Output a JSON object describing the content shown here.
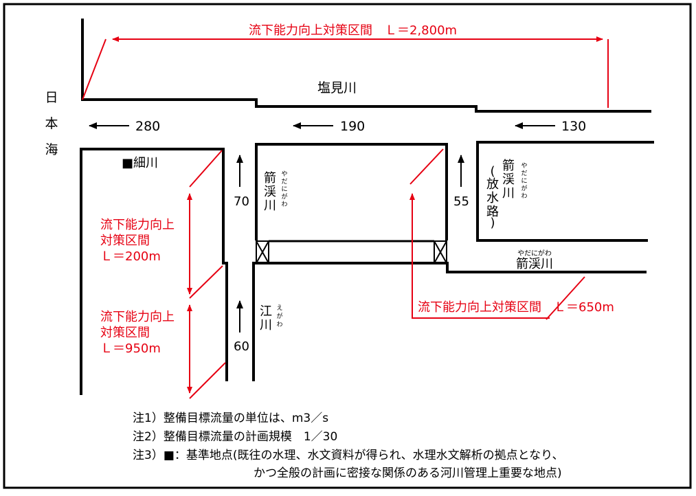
{
  "colors": {
    "river_line": "#000000",
    "section": "#e60012"
  },
  "sea": {
    "label": [
      "日",
      "本",
      "海"
    ]
  },
  "shiomi": {
    "name": "塩見川",
    "flows": [
      "280",
      "190",
      "130"
    ],
    "section_label": "流下能力向上対策区間　Ｌ＝2,800m"
  },
  "hosokawa": {
    "marker": "■細川"
  },
  "yadani_north": {
    "name": [
      "箭",
      "渓",
      "川"
    ],
    "furigana": [
      "や",
      "だ",
      "に",
      "が",
      "わ"
    ],
    "flow": "70"
  },
  "yadani_floodway": {
    "name": [
      "箭",
      "渓",
      "川"
    ],
    "furigana": [
      "や",
      "だ",
      "に",
      "が",
      "わ"
    ],
    "paren_name": [
      "(",
      "放",
      "水",
      "路",
      ")"
    ],
    "flow": "55"
  },
  "yadani_lower": {
    "name": "箭渓川",
    "furigana": "やだにがわ"
  },
  "egawa": {
    "name": [
      "江",
      "川"
    ],
    "furigana": [
      "え",
      "が",
      "わ"
    ],
    "flow": "60"
  },
  "sections": {
    "s200": [
      "流下能力向上",
      "対策区間",
      "Ｌ＝200m"
    ],
    "s950": [
      "流下能力向上",
      "対策区間",
      "Ｌ＝950m"
    ],
    "s650": "流下能力向上対策区間　Ｌ＝650m"
  },
  "notes": [
    "注1）整備目標流量の単位は、m3／s",
    "注2）整備目標流量の計画規模　1／30",
    "注3）■：基準地点(既往の水理、水文資料が得られ、水理水文解析の拠点となり、",
    "かつ全般の計画に密接な関係のある河川管理上重要な地点)"
  ]
}
